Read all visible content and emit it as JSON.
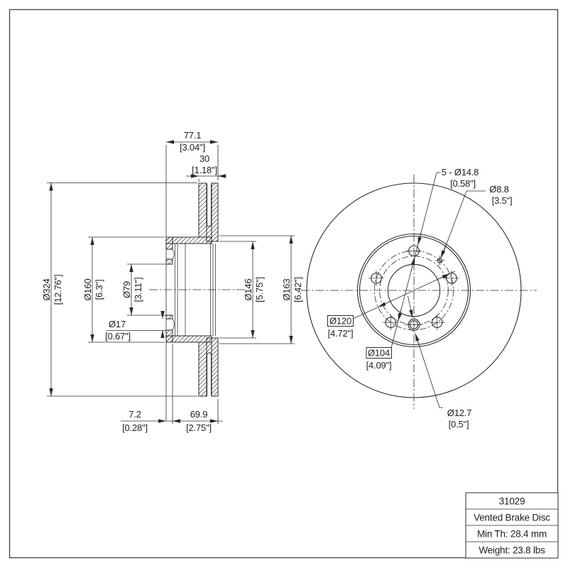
{
  "drawing": {
    "background": "#ffffff",
    "line_color": "#2b2b2b",
    "frame_color": "#4d4d4d"
  },
  "section_view": {
    "dims": {
      "overall_width": {
        "mm": "77.1",
        "inch": "[3.04\"]"
      },
      "disc_thickness": {
        "mm": "30",
        "inch": "[1.18\"]"
      },
      "outer_diameter": {
        "mm": "Ø324",
        "inch": "[12.76\"]"
      },
      "hat_diameter": {
        "mm": "Ø160",
        "inch": "[6.3\"]"
      },
      "center_bore": {
        "mm": "Ø79",
        "inch": "[3.11\"]"
      },
      "counterbore": {
        "mm": "Ø17",
        "inch": "[0.67\"]"
      },
      "inner_dia_vent": {
        "mm": "Ø146",
        "inch": "[5.75\"]"
      },
      "inner_dia_plate": {
        "mm": "Ø163",
        "inch": "[6.42\"]"
      },
      "hat_offset": {
        "mm": "7.2",
        "inch": "[0.28\"]"
      },
      "mounting_depth": {
        "mm": "69.9",
        "inch": "[2.75\"]"
      }
    }
  },
  "front_view": {
    "dims": {
      "bolt_holes": {
        "mm": "5 - Ø14.8",
        "inch": "[0.58\"]"
      },
      "screw_hole": {
        "mm": "Ø8.8",
        "inch": "[3.5\"]"
      },
      "bolt_circle": {
        "mm": "Ø120",
        "inch": "[4.72\"]"
      },
      "secondary_circle": {
        "mm": "Ø104",
        "inch": "[4.09\"]"
      },
      "pin_hole": {
        "mm": "Ø12.7",
        "inch": "[0.5\"]"
      }
    }
  },
  "title_block": {
    "part_number": "31029",
    "description": "Vented Brake Disc",
    "min_thickness": "Min Th: 28.4 mm",
    "weight": "Weight: 23.8 lbs"
  }
}
